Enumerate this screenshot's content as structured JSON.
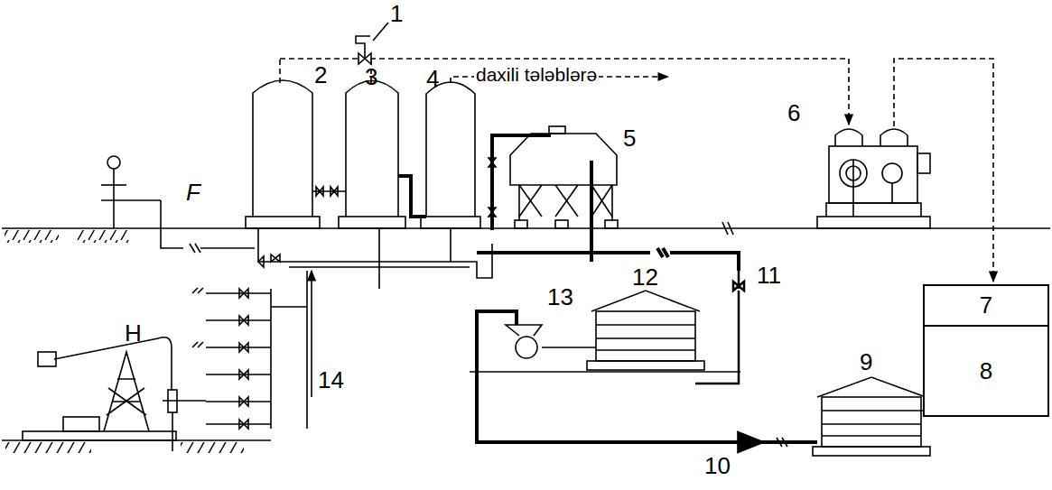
{
  "diagram": {
    "nodes": [
      {
        "text": [
          "7"
        ]
      },
      {
        "text": [
          "8"
        ]
      }
    ],
    "labels": [
      "1",
      "2",
      "3",
      "4",
      "5",
      "6",
      "daxili tələblərə",
      "F",
      "H",
      "14",
      "11",
      "13",
      "12",
      "9",
      "10"
    ]
  }
}
